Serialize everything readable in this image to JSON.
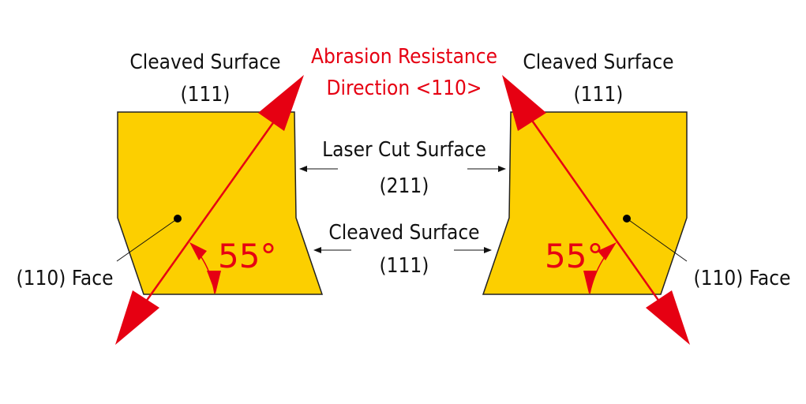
{
  "title_line1": "Abrasion Resistance",
  "title_line2": "Direction <110>",
  "left": {
    "top_label": "Cleaved Surface",
    "top_index": "(111)",
    "face_label": "(110) Face",
    "angle": "55°"
  },
  "right": {
    "top_label": "Cleaved Surface",
    "top_index": "(111)",
    "face_label": "(110) Face",
    "angle": "55°"
  },
  "middle": {
    "laser_label": "Laser Cut Surface",
    "laser_index": "(211)",
    "cleaved_label": "Cleaved Surface",
    "cleaved_index": "(111)"
  },
  "colors": {
    "crystal": "#fccf00",
    "arrow": "#e60012",
    "outline": "#222222"
  }
}
